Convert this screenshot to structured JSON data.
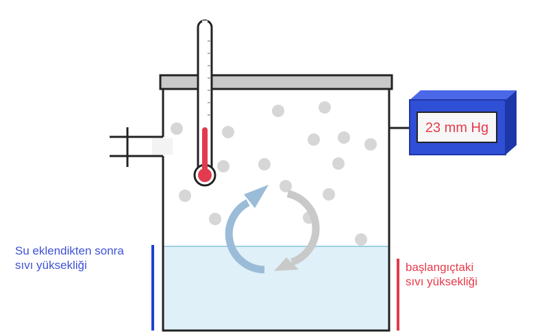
{
  "gauge": {
    "reading": "23 mm Hg"
  },
  "labels": {
    "after_water": [
      "Su eklendikten sonra",
      "sıvı yüksekliği"
    ],
    "initial": [
      "başlangıçtaki",
      "sıvı yüksekliği"
    ]
  },
  "icons": [
    "thermometer-icon",
    "cycle-arrows-icon",
    "valve-icon"
  ],
  "colors": {
    "liquid": "#dff0f8",
    "liquid_surface": "#9fd0e2",
    "gauge_body": "#2f4fd6",
    "mercury": "#e23a4f",
    "particles": "#d6d6d6",
    "after_bar": "#1f3fd1",
    "initial_bar": "#e03a4a"
  }
}
